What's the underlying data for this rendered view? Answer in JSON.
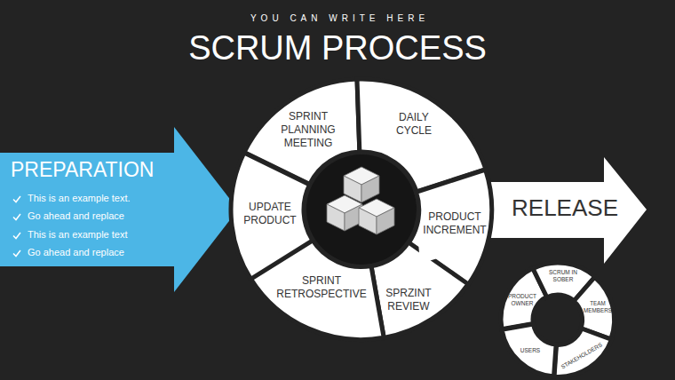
{
  "diagram": {
    "title": "SCRUM PROCESS",
    "nodes": [
      {
        "text": [
          "PREPARATION",
          "This is an example text.",
          "Go ahead and replace",
          "This is an example text",
          "Go ahead and replace"
        ]
      },
      {
        "text": [
          "SPRINT PLANNING MEETING"
        ]
      },
      {
        "text": [
          "DAILY CYCLE"
        ]
      },
      {
        "text": [
          "PRODUCT INCREMENT"
        ]
      },
      {
        "text": [
          "SPRZINT REVIEW"
        ]
      },
      {
        "text": [
          "SPRINT RETROSPECTIVE"
        ]
      },
      {
        "text": [
          "UPDATE PRODUCT"
        ]
      },
      {
        "text": [
          "RELEASE"
        ]
      },
      {
        "text": [
          "PRODUCT OWNER"
        ]
      },
      {
        "text": [
          "SCRUM IN SOBER"
        ]
      },
      {
        "text": [
          "TEAM MEMBERS"
        ]
      },
      {
        "text": [
          "STAKEHOLDERS"
        ]
      },
      {
        "text": [
          "USERS"
        ]
      }
    ],
    "labels": [
      "YOU CAN WRITE HERE"
    ]
  }
}
